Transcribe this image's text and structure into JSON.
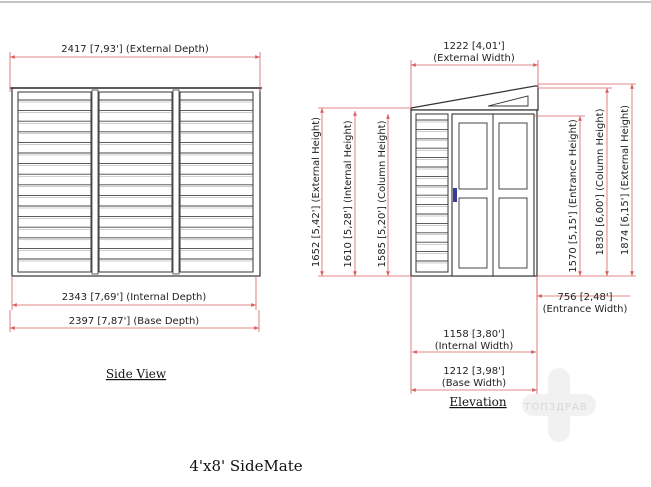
{
  "title": "4'x8' SideMate",
  "side_view": {
    "label": "Side View",
    "external_depth": "2417 [7,93'] (External Depth)",
    "internal_depth": "2343 [7,69'] (Internal Depth)",
    "base_depth": "2397 [7,87'] (Base Depth)"
  },
  "elevation": {
    "label": "Elevation",
    "external_width": [
      "1222 [4,01']",
      "(External Width)"
    ],
    "external_height": "1652 [5,42'] (External Height)",
    "internal_height": "1610 [5,28'] (Internal Height)",
    "column_height_left": "1585 [5,20'] (Column Height)",
    "entrance_height": "1570 [5,15'] (Entrance Height)",
    "column_height_right": "1830 [6,00'] (Column Height)",
    "external_height_right": "1874 [6,15'] (External Height)",
    "entrance_width": [
      "756 [2,48']",
      "(Entrance Width)"
    ],
    "internal_width": [
      "1158 [3,80']",
      "(Internal Width)"
    ],
    "base_width": [
      "1212 [3,98']",
      "(Base Width)"
    ]
  },
  "watermark": "ТОПЗДРАВ",
  "colors": {
    "dimension_line": "#d86060",
    "drawing": "#333333",
    "door_handle": "#3a3a9a"
  }
}
